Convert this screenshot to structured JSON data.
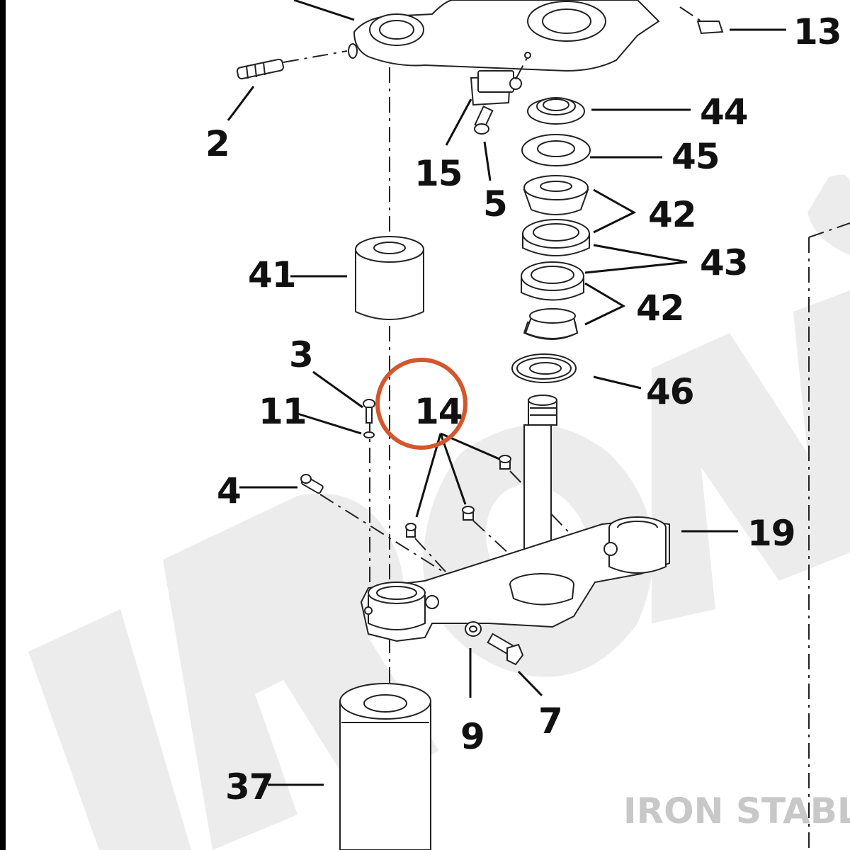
{
  "diagram": {
    "labels": {
      "l13": "13",
      "l2": "2",
      "l15": "15",
      "l5": "5",
      "l44": "44",
      "l45": "45",
      "l42a": "42",
      "l43": "43",
      "l42b": "42",
      "l41": "41",
      "l3": "3",
      "l11": "11",
      "l14": "14",
      "l46": "46",
      "l4": "4",
      "l19": "19",
      "l9": "9",
      "l7": "7",
      "l37": "37"
    },
    "highlight": {
      "part": "14",
      "color": "#d2572c"
    },
    "brand_text": "IRON STABLE",
    "watermark_color": "#ececec"
  }
}
